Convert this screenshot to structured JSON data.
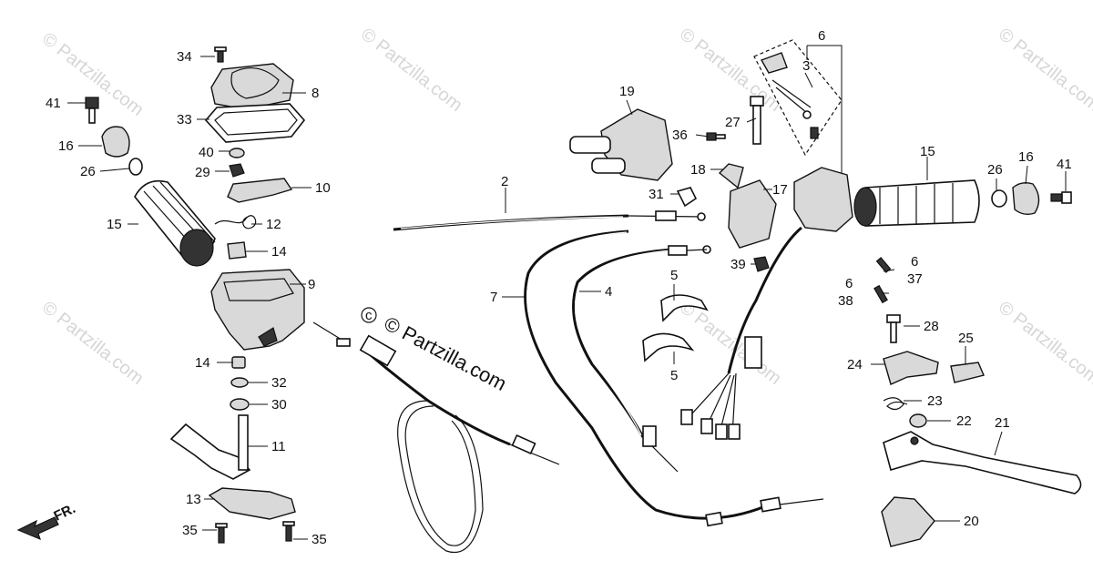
{
  "diagram": {
    "title": "",
    "watermark_text": "© Partzilla.com",
    "direction_label": "FR.",
    "callouts": [
      {
        "id": "p34",
        "text": "34"
      },
      {
        "id": "p8",
        "text": "8"
      },
      {
        "id": "p41a",
        "text": "41"
      },
      {
        "id": "p33",
        "text": "33"
      },
      {
        "id": "p16a",
        "text": "16"
      },
      {
        "id": "p40",
        "text": "40"
      },
      {
        "id": "p26a",
        "text": "26"
      },
      {
        "id": "p29",
        "text": "29"
      },
      {
        "id": "p10",
        "text": "10"
      },
      {
        "id": "p15a",
        "text": "15"
      },
      {
        "id": "p12",
        "text": "12"
      },
      {
        "id": "p14a",
        "text": "14"
      },
      {
        "id": "p9",
        "text": "9"
      },
      {
        "id": "p14b",
        "text": "14"
      },
      {
        "id": "p32",
        "text": "32"
      },
      {
        "id": "p30",
        "text": "30"
      },
      {
        "id": "p11",
        "text": "11"
      },
      {
        "id": "p13",
        "text": "13"
      },
      {
        "id": "p35a",
        "text": "35"
      },
      {
        "id": "p35b",
        "text": "35"
      },
      {
        "id": "p19",
        "text": "19"
      },
      {
        "id": "p2",
        "text": "2"
      },
      {
        "id": "p7",
        "text": "7"
      },
      {
        "id": "p4",
        "text": "4"
      },
      {
        "id": "p6a",
        "text": "6"
      },
      {
        "id": "p3",
        "text": "3"
      },
      {
        "id": "p27",
        "text": "27"
      },
      {
        "id": "p36",
        "text": "36"
      },
      {
        "id": "p18",
        "text": "18"
      },
      {
        "id": "p31",
        "text": "31"
      },
      {
        "id": "p17",
        "text": "17"
      },
      {
        "id": "p39",
        "text": "39"
      },
      {
        "id": "p5a",
        "text": "5"
      },
      {
        "id": "p5b",
        "text": "5"
      },
      {
        "id": "p15b",
        "text": "15"
      },
      {
        "id": "p26b",
        "text": "26"
      },
      {
        "id": "p16b",
        "text": "16"
      },
      {
        "id": "p41b",
        "text": "41"
      },
      {
        "id": "p6b",
        "text": "6"
      },
      {
        "id": "p37",
        "text": "37"
      },
      {
        "id": "p6c",
        "text": "6"
      },
      {
        "id": "p38",
        "text": "38"
      },
      {
        "id": "p28",
        "text": "28"
      },
      {
        "id": "p25",
        "text": "25"
      },
      {
        "id": "p24",
        "text": "24"
      },
      {
        "id": "p23",
        "text": "23"
      },
      {
        "id": "p22",
        "text": "22"
      },
      {
        "id": "p21",
        "text": "21"
      },
      {
        "id": "p20",
        "text": "20"
      }
    ]
  }
}
